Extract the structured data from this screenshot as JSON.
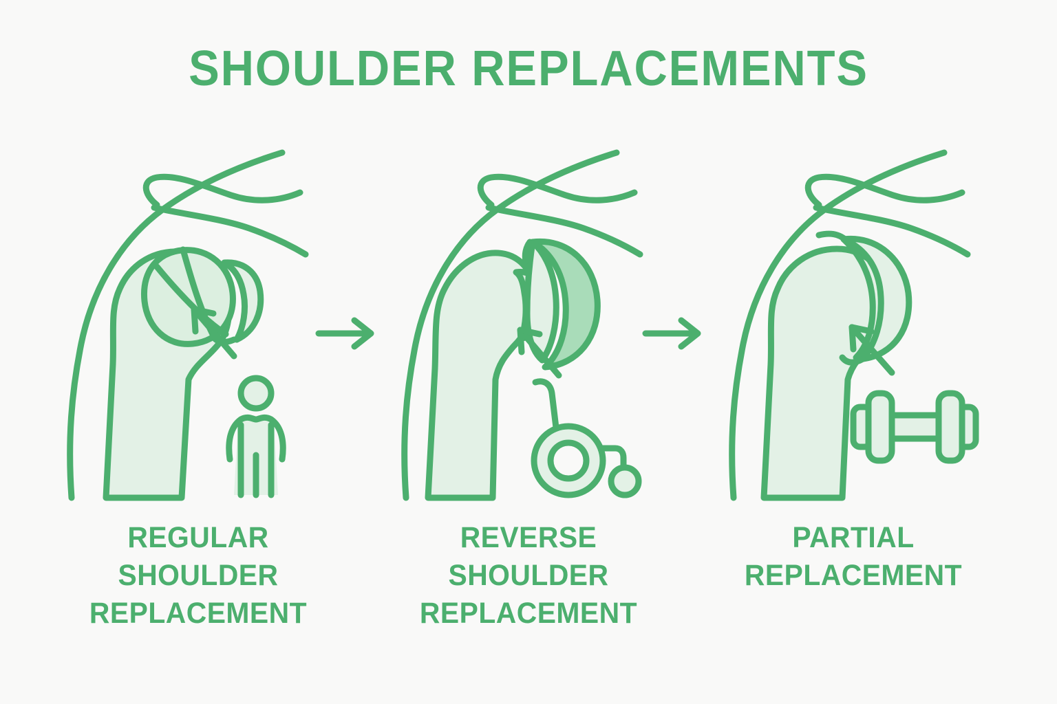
{
  "page": {
    "title": "SHOULDER REPLACEMENTS",
    "background_color": "#F9F9F8",
    "accent_color": "#4CAF6E",
    "fill_light": "#E3F1E6",
    "fill_medium": "#A9DCB9"
  },
  "panels": [
    {
      "id": "regular-shoulder-replacement",
      "caption": "REGULAR SHOULDER REPLACEMENT",
      "caption_lines": [
        "REGULAR",
        "SHOULDER",
        "REPLACEMENT"
      ],
      "illustration": "shoulder-joint-with-total-prosthesis",
      "callout_icon": "person-icon",
      "callout_icon_label": "person"
    },
    {
      "id": "reverse-shoulder-replacement",
      "caption": "REVERSE SHOULDER REPLACEMENT",
      "caption_lines": [
        "REVERSE SHOULDER",
        "REPLACEMENT"
      ],
      "illustration": "shoulder-joint-with-reversed-prosthesis",
      "callout_icon": "wheelchair-icon",
      "callout_icon_label": "wheelchair"
    },
    {
      "id": "partial-replacement",
      "caption": "PARTIAL REPLACEMENT",
      "caption_lines": [
        "PARTIAL",
        "REPLACEMENT"
      ],
      "illustration": "shoulder-joint-with-humeral-head-cap",
      "callout_icon": "dumbbell-icon",
      "callout_icon_label": "dumbbell"
    }
  ],
  "flow_arrows": [
    {
      "id": "flow-arrow-1",
      "direction": "right"
    },
    {
      "id": "flow-arrow-2",
      "direction": "right"
    }
  ]
}
